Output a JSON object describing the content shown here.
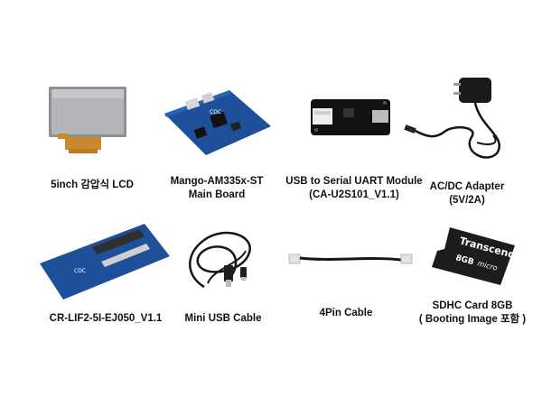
{
  "items": [
    {
      "id": "lcd",
      "lines": [
        "5inch 감압식 LCD"
      ]
    },
    {
      "id": "main-board",
      "lines": [
        "Mango-AM335x-ST",
        "Main Board"
      ]
    },
    {
      "id": "uart-module",
      "lines": [
        "USB to Serial UART Module",
        "(CA-U2S101_V1.1)"
      ]
    },
    {
      "id": "adapter",
      "lines": [
        "AC/DC Adapter",
        "(5V/2A)"
      ]
    },
    {
      "id": "lcd-interface-board",
      "lines": [
        "CR-LIF2-5I-EJ050_V1.1"
      ]
    },
    {
      "id": "usb-cable",
      "lines": [
        "Mini USB Cable"
      ]
    },
    {
      "id": "pin-cable",
      "lines": [
        "4Pin Cable"
      ]
    },
    {
      "id": "sdhc-card",
      "lines": [
        "SDHC Card 8GB",
        "( Booting Image 포함 )"
      ]
    }
  ],
  "sd_card": {
    "brand": "Transcend",
    "capacity": "8GB",
    "type": "micro"
  },
  "board_logo": "CDC",
  "colors": {
    "pcb_blue": "#1d4f9a",
    "lcd_panel": "#a9aaad",
    "flex_cable": "#c98a2c",
    "cable_black": "#151515",
    "adapter_black": "#1a1a1a",
    "sd_black": "#1c1c1c"
  }
}
